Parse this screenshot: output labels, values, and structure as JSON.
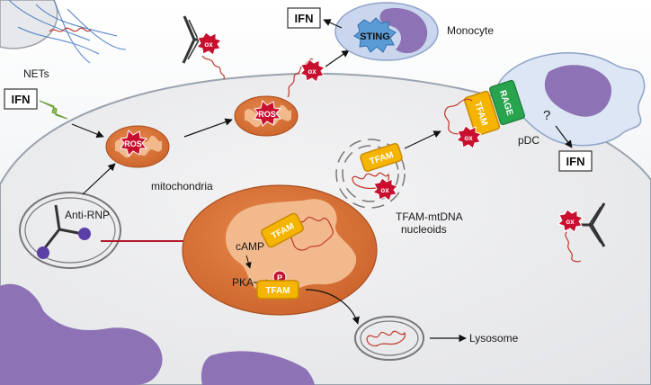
{
  "labels": {
    "nets": "NETs",
    "ifn_left": "IFN",
    "ifn_top": "IFN",
    "ifn_right": "IFN",
    "sting": "STING",
    "monocyte": "Monocyte",
    "ros": "ROS",
    "mitochondria": "mitochondria",
    "anti_rnp": "Anti-RNP",
    "camp": "cAMP",
    "pka": "PKA",
    "phospho": "P",
    "tfam": "TFAM",
    "rage": "RAGE",
    "question": "?",
    "pdc": "pDC",
    "nucleoids_line1": "TFAM-mtDNA",
    "nucleoids_line2": "nucleoids",
    "lysosome": "Lysosome",
    "ox": "ox"
  },
  "colors": {
    "background_top": "#ffffff",
    "background_bottom": "#b8c2cc",
    "cell": "#ececee",
    "mito_fill": "#d9793f",
    "mito_inner": "#f2b98d",
    "tfam_fill": "#f5b400",
    "tfam_border": "#c98a00",
    "rage_fill": "#28a44e",
    "ox_fill": "#c8102e",
    "nucleus": "#8d73b5",
    "monocyte_cell": "#c9d6ee",
    "sting_fill": "#5b9bd5",
    "dna": "#c0392b",
    "lightning": "#8bc34a",
    "inhibit": "#b2182b",
    "antibody_tip": "#5a3fa6"
  }
}
